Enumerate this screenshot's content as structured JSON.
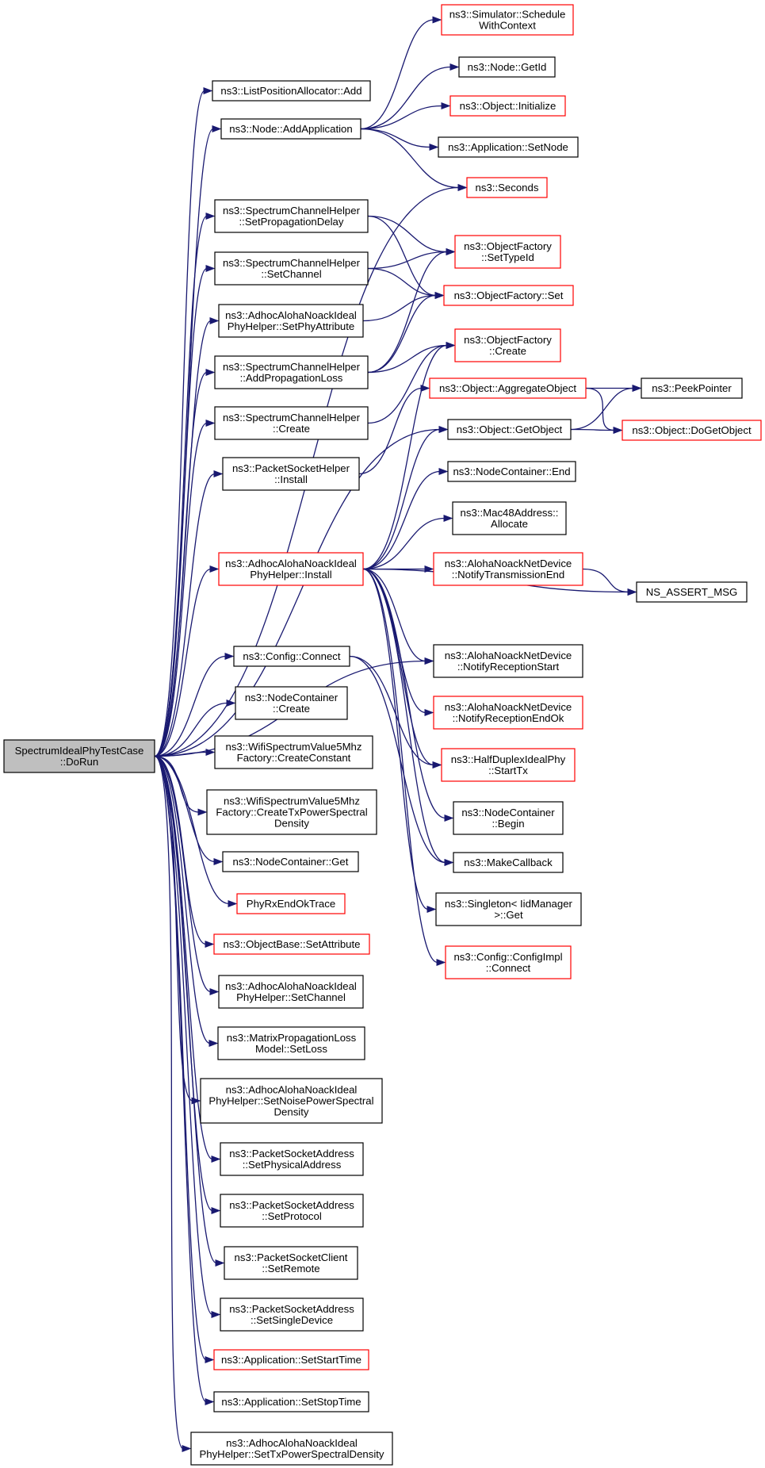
{
  "colors": {
    "edge": "#191970",
    "border_normal": "#000000",
    "border_incomplete": "#ff0000",
    "root_fill": "#bfbfbf",
    "node_fill": "#ffffff"
  },
  "nodes": [
    {
      "id": "root",
      "lines": [
        "SpectrumIdealPhyTestCase",
        "::DoRun"
      ],
      "kind": "root"
    },
    {
      "id": "lpa_add",
      "lines": [
        "ns3::ListPositionAllocator::Add"
      ],
      "kind": "normal"
    },
    {
      "id": "node_addapp",
      "lines": [
        "ns3::Node::AddApplication"
      ],
      "kind": "normal"
    },
    {
      "id": "sim_sched",
      "lines": [
        "ns3::Simulator::Schedule",
        "WithContext"
      ],
      "kind": "incomplete"
    },
    {
      "id": "node_getid",
      "lines": [
        "ns3::Node::GetId"
      ],
      "kind": "normal"
    },
    {
      "id": "obj_init",
      "lines": [
        "ns3::Object::Initialize"
      ],
      "kind": "incomplete"
    },
    {
      "id": "app_setnode",
      "lines": [
        "ns3::Application::SetNode"
      ],
      "kind": "normal"
    },
    {
      "id": "seconds",
      "lines": [
        "ns3::Seconds"
      ],
      "kind": "incomplete"
    },
    {
      "id": "sch_setprop",
      "lines": [
        "ns3::SpectrumChannelHelper",
        "::SetPropagationDelay"
      ],
      "kind": "normal"
    },
    {
      "id": "of_settypeid",
      "lines": [
        "ns3::ObjectFactory",
        "::SetTypeId"
      ],
      "kind": "incomplete"
    },
    {
      "id": "sch_setchannel",
      "lines": [
        "ns3::SpectrumChannelHelper",
        "::SetChannel"
      ],
      "kind": "normal"
    },
    {
      "id": "of_set",
      "lines": [
        "ns3::ObjectFactory::Set"
      ],
      "kind": "incomplete"
    },
    {
      "id": "aanip_setphyattr",
      "lines": [
        "ns3::AdhocAlohaNoackIdeal",
        "PhyHelper::SetPhyAttribute"
      ],
      "kind": "normal"
    },
    {
      "id": "sch_addproploss",
      "lines": [
        "ns3::SpectrumChannelHelper",
        "::AddPropagationLoss"
      ],
      "kind": "normal"
    },
    {
      "id": "of_create",
      "lines": [
        "ns3::ObjectFactory",
        "::Create"
      ],
      "kind": "incomplete"
    },
    {
      "id": "sch_create",
      "lines": [
        "ns3::SpectrumChannelHelper",
        "::Create"
      ],
      "kind": "normal"
    },
    {
      "id": "obj_aggregate",
      "lines": [
        "ns3::Object::AggregateObject"
      ],
      "kind": "incomplete"
    },
    {
      "id": "peekpointer",
      "lines": [
        "ns3::PeekPointer"
      ],
      "kind": "normal"
    },
    {
      "id": "obj_getobject",
      "lines": [
        "ns3::Object::GetObject"
      ],
      "kind": "normal"
    },
    {
      "id": "obj_dogetobject",
      "lines": [
        "ns3::Object::DoGetObject"
      ],
      "kind": "incomplete"
    },
    {
      "id": "psh_install",
      "lines": [
        "ns3::PacketSocketHelper",
        "::Install"
      ],
      "kind": "normal"
    },
    {
      "id": "nc_end",
      "lines": [
        "ns3::NodeContainer::End"
      ],
      "kind": "normal"
    },
    {
      "id": "mac48_alloc",
      "lines": [
        "ns3::Mac48Address::",
        "Allocate"
      ],
      "kind": "normal"
    },
    {
      "id": "aanip_install",
      "lines": [
        "ns3::AdhocAlohaNoackIdeal",
        "PhyHelper::Install"
      ],
      "kind": "incomplete"
    },
    {
      "id": "aand_notifytxend",
      "lines": [
        "ns3::AlohaNoackNetDevice",
        "::NotifyTransmissionEnd"
      ],
      "kind": "incomplete"
    },
    {
      "id": "ns_assert",
      "lines": [
        "NS_ASSERT_MSG"
      ],
      "kind": "normal"
    },
    {
      "id": "aand_notifyrxstart",
      "lines": [
        "ns3::AlohaNoackNetDevice",
        "::NotifyReceptionStart"
      ],
      "kind": "normal"
    },
    {
      "id": "config_connect",
      "lines": [
        "ns3::Config::Connect"
      ],
      "kind": "normal"
    },
    {
      "id": "aand_notifyrxendok",
      "lines": [
        "ns3::AlohaNoackNetDevice",
        "::NotifyReceptionEndOk"
      ],
      "kind": "incomplete"
    },
    {
      "id": "nc_create",
      "lines": [
        "ns3::NodeContainer",
        "::Create"
      ],
      "kind": "normal"
    },
    {
      "id": "wsv_createconst",
      "lines": [
        "ns3::WifiSpectrumValue5Mhz",
        "Factory::CreateConstant"
      ],
      "kind": "normal"
    },
    {
      "id": "hdip_starttx",
      "lines": [
        "ns3::HalfDuplexIdealPhy",
        "::StartTx"
      ],
      "kind": "incomplete"
    },
    {
      "id": "wsv_createtx",
      "lines": [
        "ns3::WifiSpectrumValue5Mhz",
        "Factory::CreateTxPowerSpectral",
        "Density"
      ],
      "kind": "normal"
    },
    {
      "id": "nc_begin",
      "lines": [
        "ns3::NodeContainer",
        "::Begin"
      ],
      "kind": "normal"
    },
    {
      "id": "nc_get",
      "lines": [
        "ns3::NodeContainer::Get"
      ],
      "kind": "normal"
    },
    {
      "id": "makecallback",
      "lines": [
        "ns3::MakeCallback"
      ],
      "kind": "normal"
    },
    {
      "id": "phyrxtrace",
      "lines": [
        "PhyRxEndOkTrace"
      ],
      "kind": "incomplete"
    },
    {
      "id": "singleton_get",
      "lines": [
        "ns3::Singleton< IidManager",
        ">::Get"
      ],
      "kind": "normal"
    },
    {
      "id": "objbase_setattr",
      "lines": [
        "ns3::ObjectBase::SetAttribute"
      ],
      "kind": "incomplete"
    },
    {
      "id": "configimpl_connect",
      "lines": [
        "ns3::Config::ConfigImpl",
        "::Connect"
      ],
      "kind": "incomplete"
    },
    {
      "id": "aanip_setchannel",
      "lines": [
        "ns3::AdhocAlohaNoackIdeal",
        "PhyHelper::SetChannel"
      ],
      "kind": "normal"
    },
    {
      "id": "mplm_setloss",
      "lines": [
        "ns3::MatrixPropagationLoss",
        "Model::SetLoss"
      ],
      "kind": "normal"
    },
    {
      "id": "aanip_setnoise",
      "lines": [
        "ns3::AdhocAlohaNoackIdeal",
        "PhyHelper::SetNoisePowerSpectral",
        "Density"
      ],
      "kind": "normal"
    },
    {
      "id": "psa_setphys",
      "lines": [
        "ns3::PacketSocketAddress",
        "::SetPhysicalAddress"
      ],
      "kind": "normal"
    },
    {
      "id": "psa_setproto",
      "lines": [
        "ns3::PacketSocketAddress",
        "::SetProtocol"
      ],
      "kind": "normal"
    },
    {
      "id": "psc_setremote",
      "lines": [
        "ns3::PacketSocketClient",
        "::SetRemote"
      ],
      "kind": "normal"
    },
    {
      "id": "psa_setsingle",
      "lines": [
        "ns3::PacketSocketAddress",
        "::SetSingleDevice"
      ],
      "kind": "normal"
    },
    {
      "id": "app_setstart",
      "lines": [
        "ns3::Application::SetStartTime"
      ],
      "kind": "incomplete"
    },
    {
      "id": "app_setstop",
      "lines": [
        "ns3::Application::SetStopTime"
      ],
      "kind": "normal"
    },
    {
      "id": "aanip_settxpsd",
      "lines": [
        "ns3::AdhocAlohaNoackIdeal",
        "PhyHelper::SetTxPowerSpectralDensity"
      ],
      "kind": "normal"
    }
  ],
  "edges": [
    [
      "root",
      "lpa_add"
    ],
    [
      "root",
      "node_addapp"
    ],
    [
      "root",
      "seconds"
    ],
    [
      "root",
      "sch_setprop"
    ],
    [
      "root",
      "sch_setchannel"
    ],
    [
      "root",
      "aanip_setphyattr"
    ],
    [
      "root",
      "sch_addproploss"
    ],
    [
      "root",
      "sch_create"
    ],
    [
      "root",
      "psh_install"
    ],
    [
      "root",
      "obj_getobject"
    ],
    [
      "root",
      "aanip_install"
    ],
    [
      "root",
      "aand_notifyrxstart"
    ],
    [
      "root",
      "config_connect"
    ],
    [
      "root",
      "nc_create"
    ],
    [
      "root",
      "wsv_createconst"
    ],
    [
      "root",
      "wsv_createtx"
    ],
    [
      "root",
      "nc_get"
    ],
    [
      "root",
      "phyrxtrace"
    ],
    [
      "root",
      "objbase_setattr"
    ],
    [
      "root",
      "aanip_setchannel"
    ],
    [
      "root",
      "mplm_setloss"
    ],
    [
      "root",
      "aanip_setnoise"
    ],
    [
      "root",
      "psa_setphys"
    ],
    [
      "root",
      "psa_setproto"
    ],
    [
      "root",
      "psc_setremote"
    ],
    [
      "root",
      "psa_setsingle"
    ],
    [
      "root",
      "app_setstart"
    ],
    [
      "root",
      "app_setstop"
    ],
    [
      "root",
      "aanip_settxpsd"
    ],
    [
      "node_addapp",
      "sim_sched"
    ],
    [
      "node_addapp",
      "node_getid"
    ],
    [
      "node_addapp",
      "obj_init"
    ],
    [
      "node_addapp",
      "app_setnode"
    ],
    [
      "node_addapp",
      "seconds"
    ],
    [
      "sch_setprop",
      "of_settypeid"
    ],
    [
      "sch_setprop",
      "of_set"
    ],
    [
      "sch_setchannel",
      "of_settypeid"
    ],
    [
      "sch_setchannel",
      "of_set"
    ],
    [
      "aanip_setphyattr",
      "of_set"
    ],
    [
      "sch_addproploss",
      "of_settypeid"
    ],
    [
      "sch_addproploss",
      "of_set"
    ],
    [
      "sch_addproploss",
      "of_create"
    ],
    [
      "sch_create",
      "of_create"
    ],
    [
      "psh_install",
      "obj_aggregate"
    ],
    [
      "obj_aggregate",
      "peekpointer"
    ],
    [
      "obj_aggregate",
      "obj_dogetobject"
    ],
    [
      "obj_getobject",
      "peekpointer"
    ],
    [
      "obj_getobject",
      "obj_dogetobject"
    ],
    [
      "aanip_install",
      "of_create"
    ],
    [
      "aanip_install",
      "obj_getobject"
    ],
    [
      "aanip_install",
      "nc_end"
    ],
    [
      "aanip_install",
      "mac48_alloc"
    ],
    [
      "aanip_install",
      "aand_notifytxend"
    ],
    [
      "aanip_install",
      "ns_assert"
    ],
    [
      "aanip_install",
      "aand_notifyrxstart"
    ],
    [
      "aanip_install",
      "aand_notifyrxendok"
    ],
    [
      "aanip_install",
      "hdip_starttx"
    ],
    [
      "aanip_install",
      "nc_begin"
    ],
    [
      "aanip_install",
      "makecallback"
    ],
    [
      "aanip_install",
      "singleton_get"
    ],
    [
      "aanip_install",
      "configimpl_connect"
    ],
    [
      "aand_notifytxend",
      "ns_assert"
    ],
    [
      "config_connect",
      "hdip_starttx"
    ],
    [
      "config_connect",
      "makecallback"
    ]
  ]
}
